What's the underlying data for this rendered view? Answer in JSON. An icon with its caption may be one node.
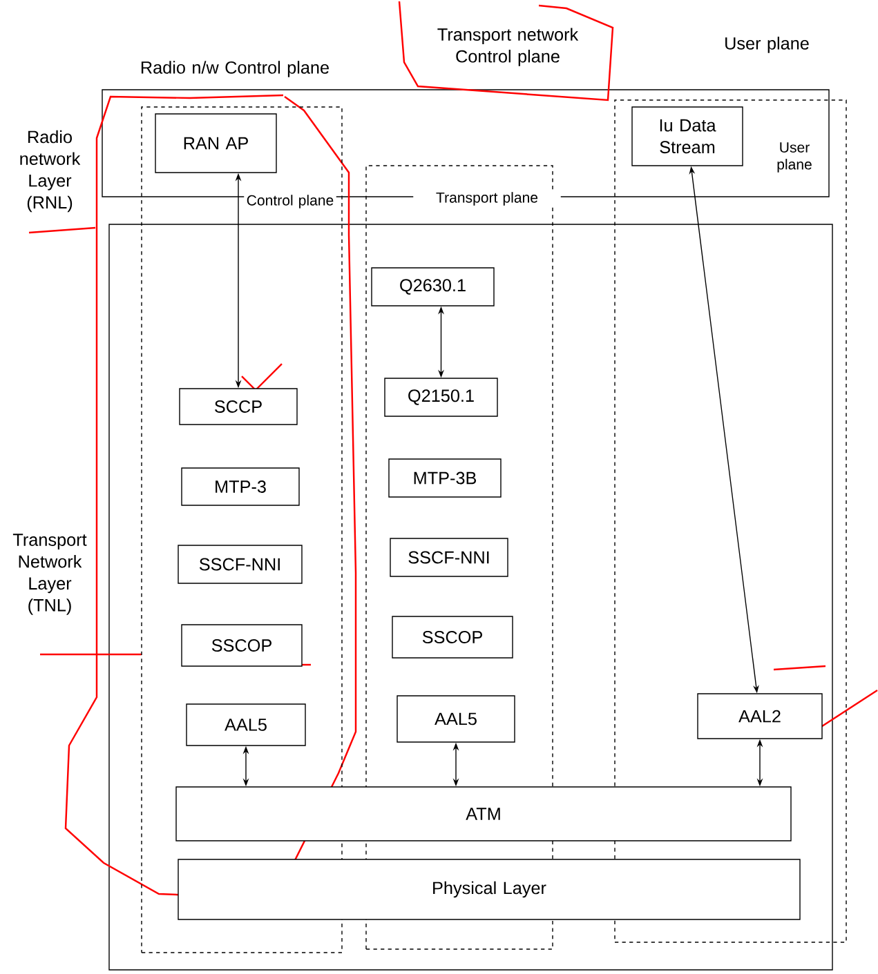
{
  "diagram": {
    "nodes": [
      {
        "text": [
          "Control plane"
        ]
      },
      {
        "text": [
          "RAN AP"
        ],
        "in": 0
      },
      {
        "text": [
          "Transport plane"
        ]
      },
      {
        "text": [
          "User plane"
        ]
      },
      {
        "text": [
          "Iu Data Stream"
        ],
        "in": 3
      },
      {
        "text": [
          "Q2630.1"
        ],
        "in": 2
      },
      {
        "text": [
          "SCCP"
        ],
        "in": 0
      },
      {
        "text": [
          "Q2150.1"
        ],
        "in": 2
      },
      {
        "text": [
          "MTP-3"
        ],
        "in": 0
      },
      {
        "text": [
          "MTP-3B"
        ],
        "in": 2
      },
      {
        "text": [
          "SSCF-NNI"
        ],
        "in": 0
      },
      {
        "text": [
          "SSCF-NNI"
        ],
        "in": 2
      },
      {
        "text": [
          "SSCOP"
        ],
        "in": 0
      },
      {
        "text": [
          "SSCOP"
        ],
        "in": 2
      },
      {
        "text": [
          "AAL5"
        ],
        "in": 0
      },
      {
        "text": [
          "AAL5"
        ],
        "in": 2
      },
      {
        "text": [
          "AAL2"
        ],
        "in": 3
      },
      {
        "text": [
          "ATM"
        ]
      },
      {
        "text": [
          "Physical Layer"
        ]
      }
    ],
    "edges": [
      {
        "from": 1,
        "to": 6,
        "arrow": "both"
      },
      {
        "from": 4,
        "to": 16,
        "arrow": "both"
      },
      {
        "from": 5,
        "to": 7,
        "arrow": "both"
      },
      {
        "from": 14,
        "to": 17,
        "arrow": "both"
      },
      {
        "from": 15,
        "to": 17,
        "arrow": "both"
      },
      {
        "from": 16,
        "to": 17,
        "arrow": "both"
      }
    ],
    "labels": [
      "Transport network Control plane",
      "User plane",
      "Radio n/w Control plane",
      "Radio network Layer (RNL)",
      "Transport Network Layer (TNL)"
    ]
  }
}
